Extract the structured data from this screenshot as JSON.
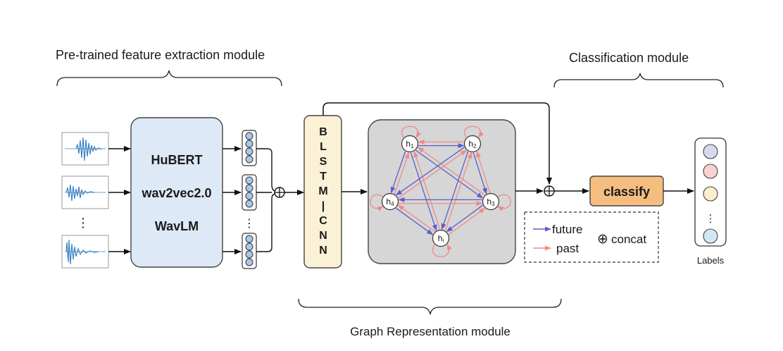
{
  "modules": {
    "pretrained": "Pre-trained feature extraction module",
    "classification": "Classification module",
    "graph": "Graph Representation module"
  },
  "ssl_models": [
    "HuBERT",
    "wav2vec2.0",
    "WavLM"
  ],
  "input_ellipsis": "⋮",
  "feature_ellipsis": "⋮",
  "blstm_cnn_letters": [
    "B",
    "L",
    "S",
    "T",
    "M",
    "|",
    "C",
    "N",
    "N"
  ],
  "nodes": {
    "h1": {
      "base": "h",
      "sub": "1"
    },
    "h2": {
      "base": "h",
      "sub": "2"
    },
    "h3": {
      "base": "h",
      "sub": "3"
    },
    "h4": {
      "base": "h",
      "sub": "4"
    },
    "hi": {
      "base": "h",
      "sub": "i"
    }
  },
  "legend": {
    "future": "future",
    "past": "past",
    "concat": "concat",
    "concat_symbol": "⊕"
  },
  "classify_label": "classify",
  "labels_caption": "Labels",
  "labels_ellipsis": "⋮",
  "colors": {
    "future_arrow": "#5a5fc8",
    "past_arrow": "#f08a8a",
    "ssl_box": "#dde9f6",
    "blstm_box": "#fbf1d7",
    "graph_panel": "#d6d6d6",
    "classify_box": "#f5bd7f",
    "feature_circle": "#a9c8e8",
    "label_circles": [
      "#d8d8ee",
      "#f6d3d0",
      "#fbefcf",
      "#d3e6f4"
    ]
  }
}
